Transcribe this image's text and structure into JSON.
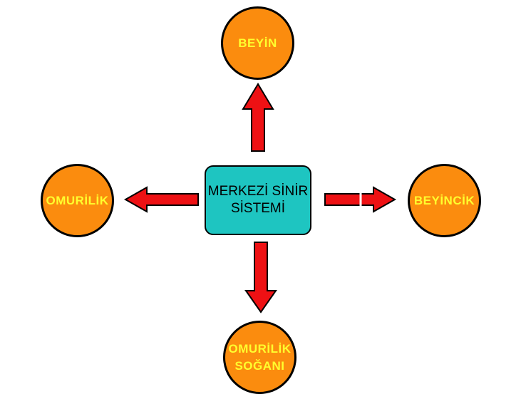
{
  "diagram": {
    "title_implicit": "Merkezi Sinir Sistemi şeması",
    "background_color": "#FFFFFF",
    "center_node": {
      "label_line1": "MERKEZİ SİNİR",
      "label_line2": "SİSTEMİ",
      "fill_color": "#1EC5C1",
      "border_color": "#000000",
      "text_color": "#000000"
    },
    "nodes": [
      {
        "id": "beyin",
        "position": "top",
        "label_line1": "BEYİN",
        "label_line2": ""
      },
      {
        "id": "omurilik",
        "position": "left",
        "label_line1": "OMURİLİK",
        "label_line2": ""
      },
      {
        "id": "beyincik",
        "position": "right",
        "label_line1": "BEYİNCİK",
        "label_line2": ""
      },
      {
        "id": "omurilik-sogani",
        "position": "bottom",
        "label_line1": "OMURİLİK",
        "label_line2": "SOĞANI"
      }
    ],
    "node_style": {
      "fill_color": "#FB8C0E",
      "border_color": "#000000",
      "text_color": "#FFFF2E"
    },
    "arrows": {
      "directions": [
        "up",
        "left",
        "right",
        "down"
      ],
      "fill_color": "#EE1114",
      "outline_color": "#000000"
    }
  }
}
